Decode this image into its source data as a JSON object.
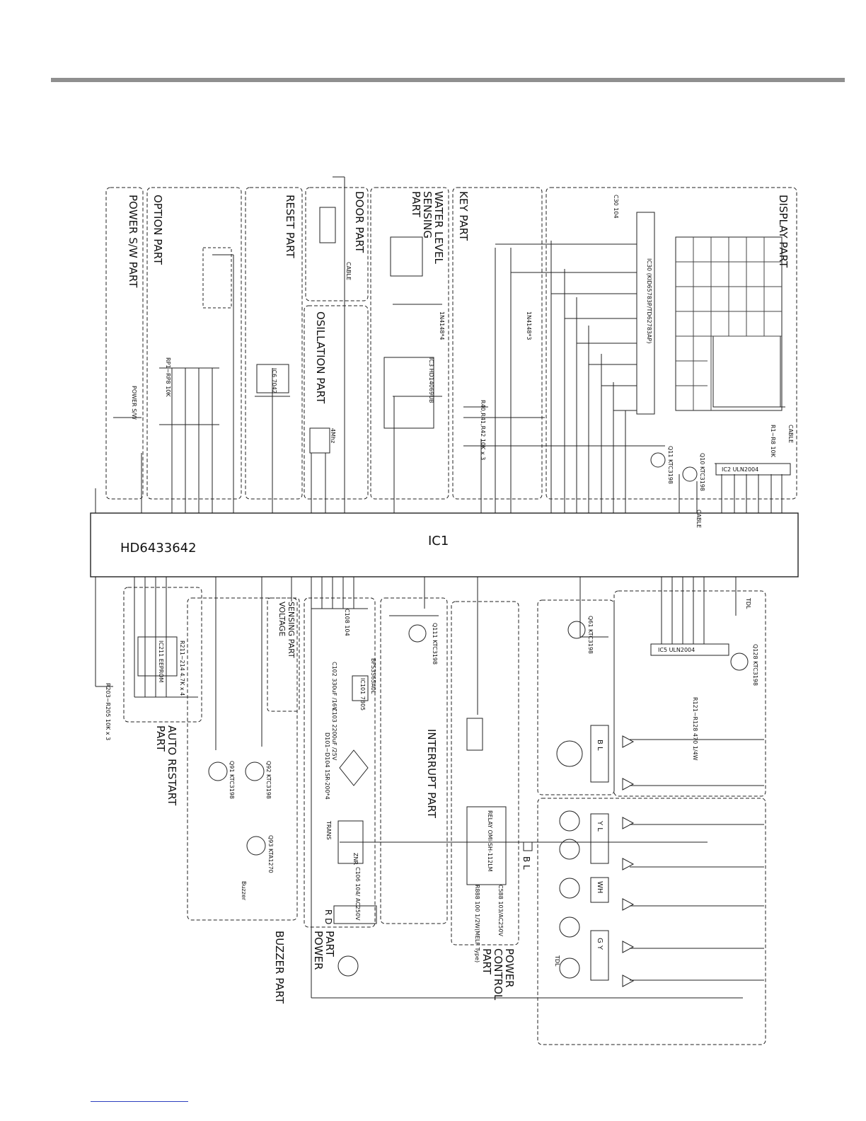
{
  "ic1": {
    "label": "IC1",
    "part": "HD6433642"
  },
  "sections": {
    "power_sw": "POWER S/W PART",
    "option": "OPTION PART",
    "reset": "RESET PART",
    "door": "DOOR PART",
    "oscillation": "OSILLATION PART",
    "water_level": [
      "WATER LEVEL",
      "SENSING",
      "PART"
    ],
    "key": "KEY PART",
    "display": "DISPLAY PART",
    "auto_restart": [
      "AUTO RESTART",
      "PART"
    ],
    "buzzer": "BUZZER PART",
    "voltage_sensing": [
      "VOLTAGE",
      "SENSING PART"
    ],
    "interrupt": "INTERRUPT PART",
    "power": [
      "POWER",
      "PART"
    ],
    "power_control": [
      "POWER",
      "CONTROL",
      "PART"
    ]
  },
  "components": {
    "ic30": "IC30 (KID65783P/TD62783AP)",
    "ic2": "IC2 ULN2004",
    "ic5": "IC5 ULN2004",
    "ic3": "IC3 HD14069UB",
    "ic6": "IC6 7042",
    "ic211": "IC211 EEPROM",
    "ic101": "IC101 7805",
    "relay": "RELAY OMI-SH-112LM",
    "power_sw": "POWER S/W",
    "crystal": "4Mhz",
    "q11": "Q11 KTC3198",
    "q10": "Q10 KTC3198",
    "q128": "Q128 KTC3198",
    "q61": "Q61 KTC3198",
    "q111": "Q111 KTC3198",
    "q91": "Q91 KTC3198",
    "q92": "Q92 KTC3198",
    "q93": "Q93 KTA1270",
    "c30": "C30 104",
    "c108": "C108 104",
    "c102": "C102 330uF /16V",
    "c103": "C103 2200uF /25V",
    "c106": "C106 104/ AC250V",
    "c588": "C588 103/AC250V",
    "r888": "R888 100 1/2W(MELF Type)",
    "d101": "D101~D104 1SR-200*4",
    "trans": "TRANS",
    "znr": "ZNR",
    "bfs": "BFS3565A0L",
    "tdl": "TDL",
    "buzzer": "Buzzer",
    "cable": "CABLE",
    "r4_set": "R1~R8 10K",
    "r121": "R121~R128 470 1/4W",
    "r40": "R40,R41,R42 10K x 3",
    "r203": "R203~R205 10K x 3",
    "r211": "R211~214 4.7K x 4",
    "rp": "RP1~RP8 10K",
    "sd51": "1N4148*4",
    "sd1": "1N4148*3",
    "bl_terminal": "B L",
    "rd_terminal": "R D",
    "wh_terminal": "WH",
    "gy_terminal": "G Y",
    "yl_terminal": "Y L",
    "bl_motor": "B L"
  }
}
